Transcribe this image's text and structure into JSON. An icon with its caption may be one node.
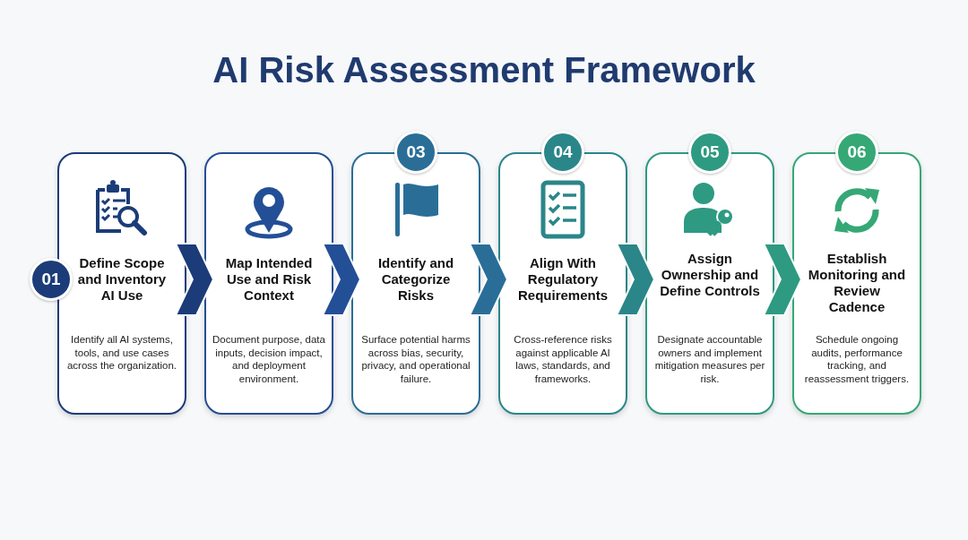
{
  "diagram": {
    "title": "AI Risk Assessment Framework",
    "nodes": [
      {
        "text": [
          "Define Scope and Inventory AI Use",
          "Identify all AI systems, tools, and use cases across the organization."
        ],
        "beside": [
          "01"
        ]
      },
      {
        "text": [
          "Map Intended Use and Risk Context",
          "Document purpose, data inputs, decision impact, and deployment environment."
        ]
      },
      {
        "text": [
          "Identify and Categorize Risks",
          "Surface potential harms across bias, security, privacy, and operational failure."
        ],
        "beside": [
          "03"
        ]
      },
      {
        "text": [
          "Align With Regulatory Requirements",
          "Cross-reference risks against applicable AI laws, standards, and frameworks."
        ],
        "beside": [
          "04"
        ]
      },
      {
        "text": [
          "Assign Ownership and Define Controls",
          "Designate accountable owners and implement mitigation measures per risk."
        ],
        "beside": [
          "05"
        ]
      },
      {
        "text": [
          "Establish Monitoring and Review Cadence",
          "Schedule ongoing audits, performance tracking, and reassessment triggers."
        ],
        "beside": [
          "06"
        ]
      }
    ],
    "edges": [
      {
        "from": 0,
        "to": 1,
        "arrow": "to"
      },
      {
        "from": 1,
        "to": 2,
        "arrow": "to"
      },
      {
        "from": 2,
        "to": 3,
        "arrow": "to"
      },
      {
        "from": 3,
        "to": 4,
        "arrow": "to"
      },
      {
        "from": 4,
        "to": 5,
        "arrow": "to"
      }
    ]
  }
}
